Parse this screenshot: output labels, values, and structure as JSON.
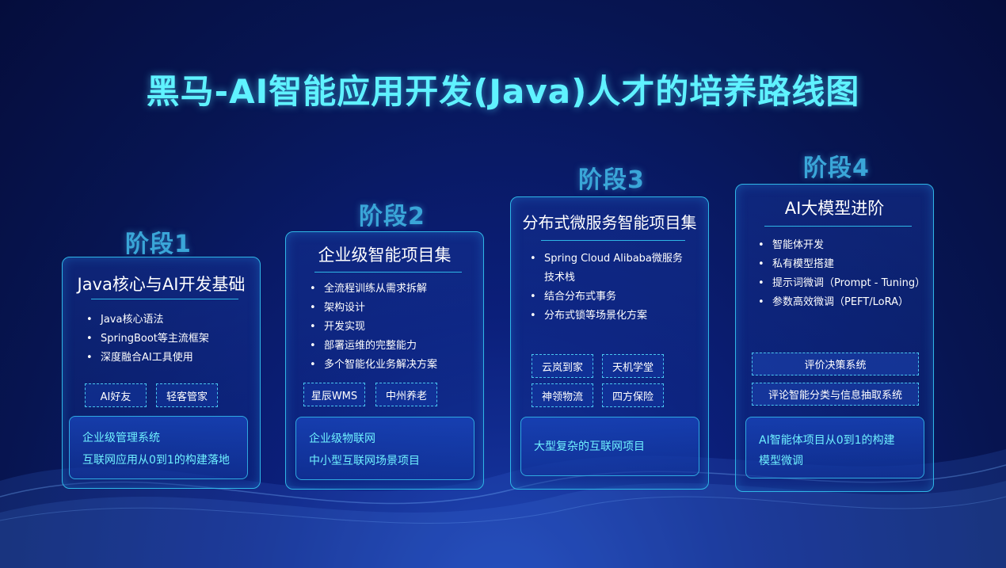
{
  "title": "黑马-AI智能应用开发(Java)人才的培养路线图",
  "stages": [
    {
      "label": "阶段1",
      "card_title": "Java核心与AI开发基础",
      "bullets": [
        "Java核心语法",
        "SpringBoot等主流框架",
        "深度融合AI工具使用"
      ],
      "tags": [
        "AI好友",
        "轻客管家"
      ],
      "bottom_lines": [
        "企业级管理系统",
        "互联网应用从0到1的构建落地"
      ]
    },
    {
      "label": "阶段2",
      "card_title": "企业级智能项目集",
      "bullets": [
        "全流程训练从需求拆解",
        "架构设计",
        "开发实现",
        "部署运维的完整能力",
        "多个智能化业务解决方案"
      ],
      "tags": [
        "星辰WMS",
        "中州养老"
      ],
      "bottom_lines": [
        "企业级物联网",
        "中小型互联网场景项目"
      ]
    },
    {
      "label": "阶段3",
      "card_title": "分布式微服务智能项目集",
      "bullets": [
        "Spring Cloud Alibaba微服务",
        "结合分布式事务",
        "分布式锁等场景化方案"
      ],
      "bullet_continuation": "技术栈",
      "tags": [
        "云岚到家",
        "天机学堂",
        "神领物流",
        "四方保险"
      ],
      "bottom_lines": [
        "大型复杂的互联网项目"
      ]
    },
    {
      "label": "阶段4",
      "card_title": "AI大模型进阶",
      "bullets": [
        "智能体开发",
        "私有模型搭建",
        "提示词微调（Prompt - Tuning）",
        "参数高效微调（PEFT/LoRA）"
      ],
      "tags": [
        "评价决策系统",
        "评论智能分类与信息抽取系统"
      ],
      "bottom_lines": [
        "AI智能体项目从0到1的构建",
        "模型微调"
      ]
    }
  ]
}
